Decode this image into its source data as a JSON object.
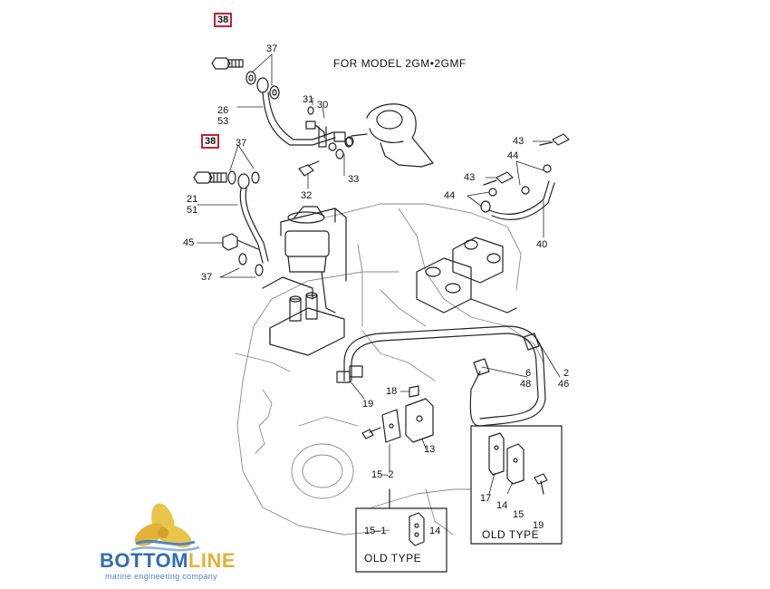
{
  "title": "FOR MODEL 2GM•2GMF",
  "highlight_color": "#c9212f",
  "callouts": [
    {
      "id": "c38a",
      "text": "38",
      "boxed": true
    },
    {
      "id": "c37a",
      "text": "37"
    },
    {
      "id": "c31",
      "text": "31"
    },
    {
      "id": "c30",
      "text": "30"
    },
    {
      "id": "c26",
      "text": "26"
    },
    {
      "id": "c53",
      "text": "53"
    },
    {
      "id": "c38b",
      "text": "38",
      "boxed": true
    },
    {
      "id": "c37b",
      "text": "37"
    },
    {
      "id": "c33",
      "text": "33"
    },
    {
      "id": "c32",
      "text": "32"
    },
    {
      "id": "c21",
      "text": "21"
    },
    {
      "id": "c51",
      "text": "51"
    },
    {
      "id": "c45",
      "text": "45"
    },
    {
      "id": "c37c",
      "text": "37"
    },
    {
      "id": "c43a",
      "text": "43"
    },
    {
      "id": "c43b",
      "text": "43"
    },
    {
      "id": "c44a",
      "text": "44"
    },
    {
      "id": "c44b",
      "text": "44"
    },
    {
      "id": "c40",
      "text": "40"
    },
    {
      "id": "c19a",
      "text": "19"
    },
    {
      "id": "c18",
      "text": "18"
    },
    {
      "id": "c6",
      "text": "6"
    },
    {
      "id": "c48",
      "text": "48"
    },
    {
      "id": "c2",
      "text": "2"
    },
    {
      "id": "c46",
      "text": "46"
    },
    {
      "id": "c13",
      "text": "13"
    },
    {
      "id": "c15_2",
      "text": "15–2"
    },
    {
      "id": "c15_1",
      "text": "15–1"
    },
    {
      "id": "c14a",
      "text": "14"
    },
    {
      "id": "c17",
      "text": "17"
    },
    {
      "id": "c14b",
      "text": "14"
    },
    {
      "id": "c15",
      "text": "15"
    },
    {
      "id": "c19b",
      "text": "19"
    }
  ],
  "old_type_labels": [
    "OLD TYPE",
    "OLD TYPE"
  ],
  "logo": {
    "word_a": "BOTTOM",
    "word_b": "LINE",
    "tagline": "marine engineering company",
    "color_a": "#2f6db5",
    "color_b": "#e2b23a",
    "icon": "propeller-wave-icon"
  }
}
